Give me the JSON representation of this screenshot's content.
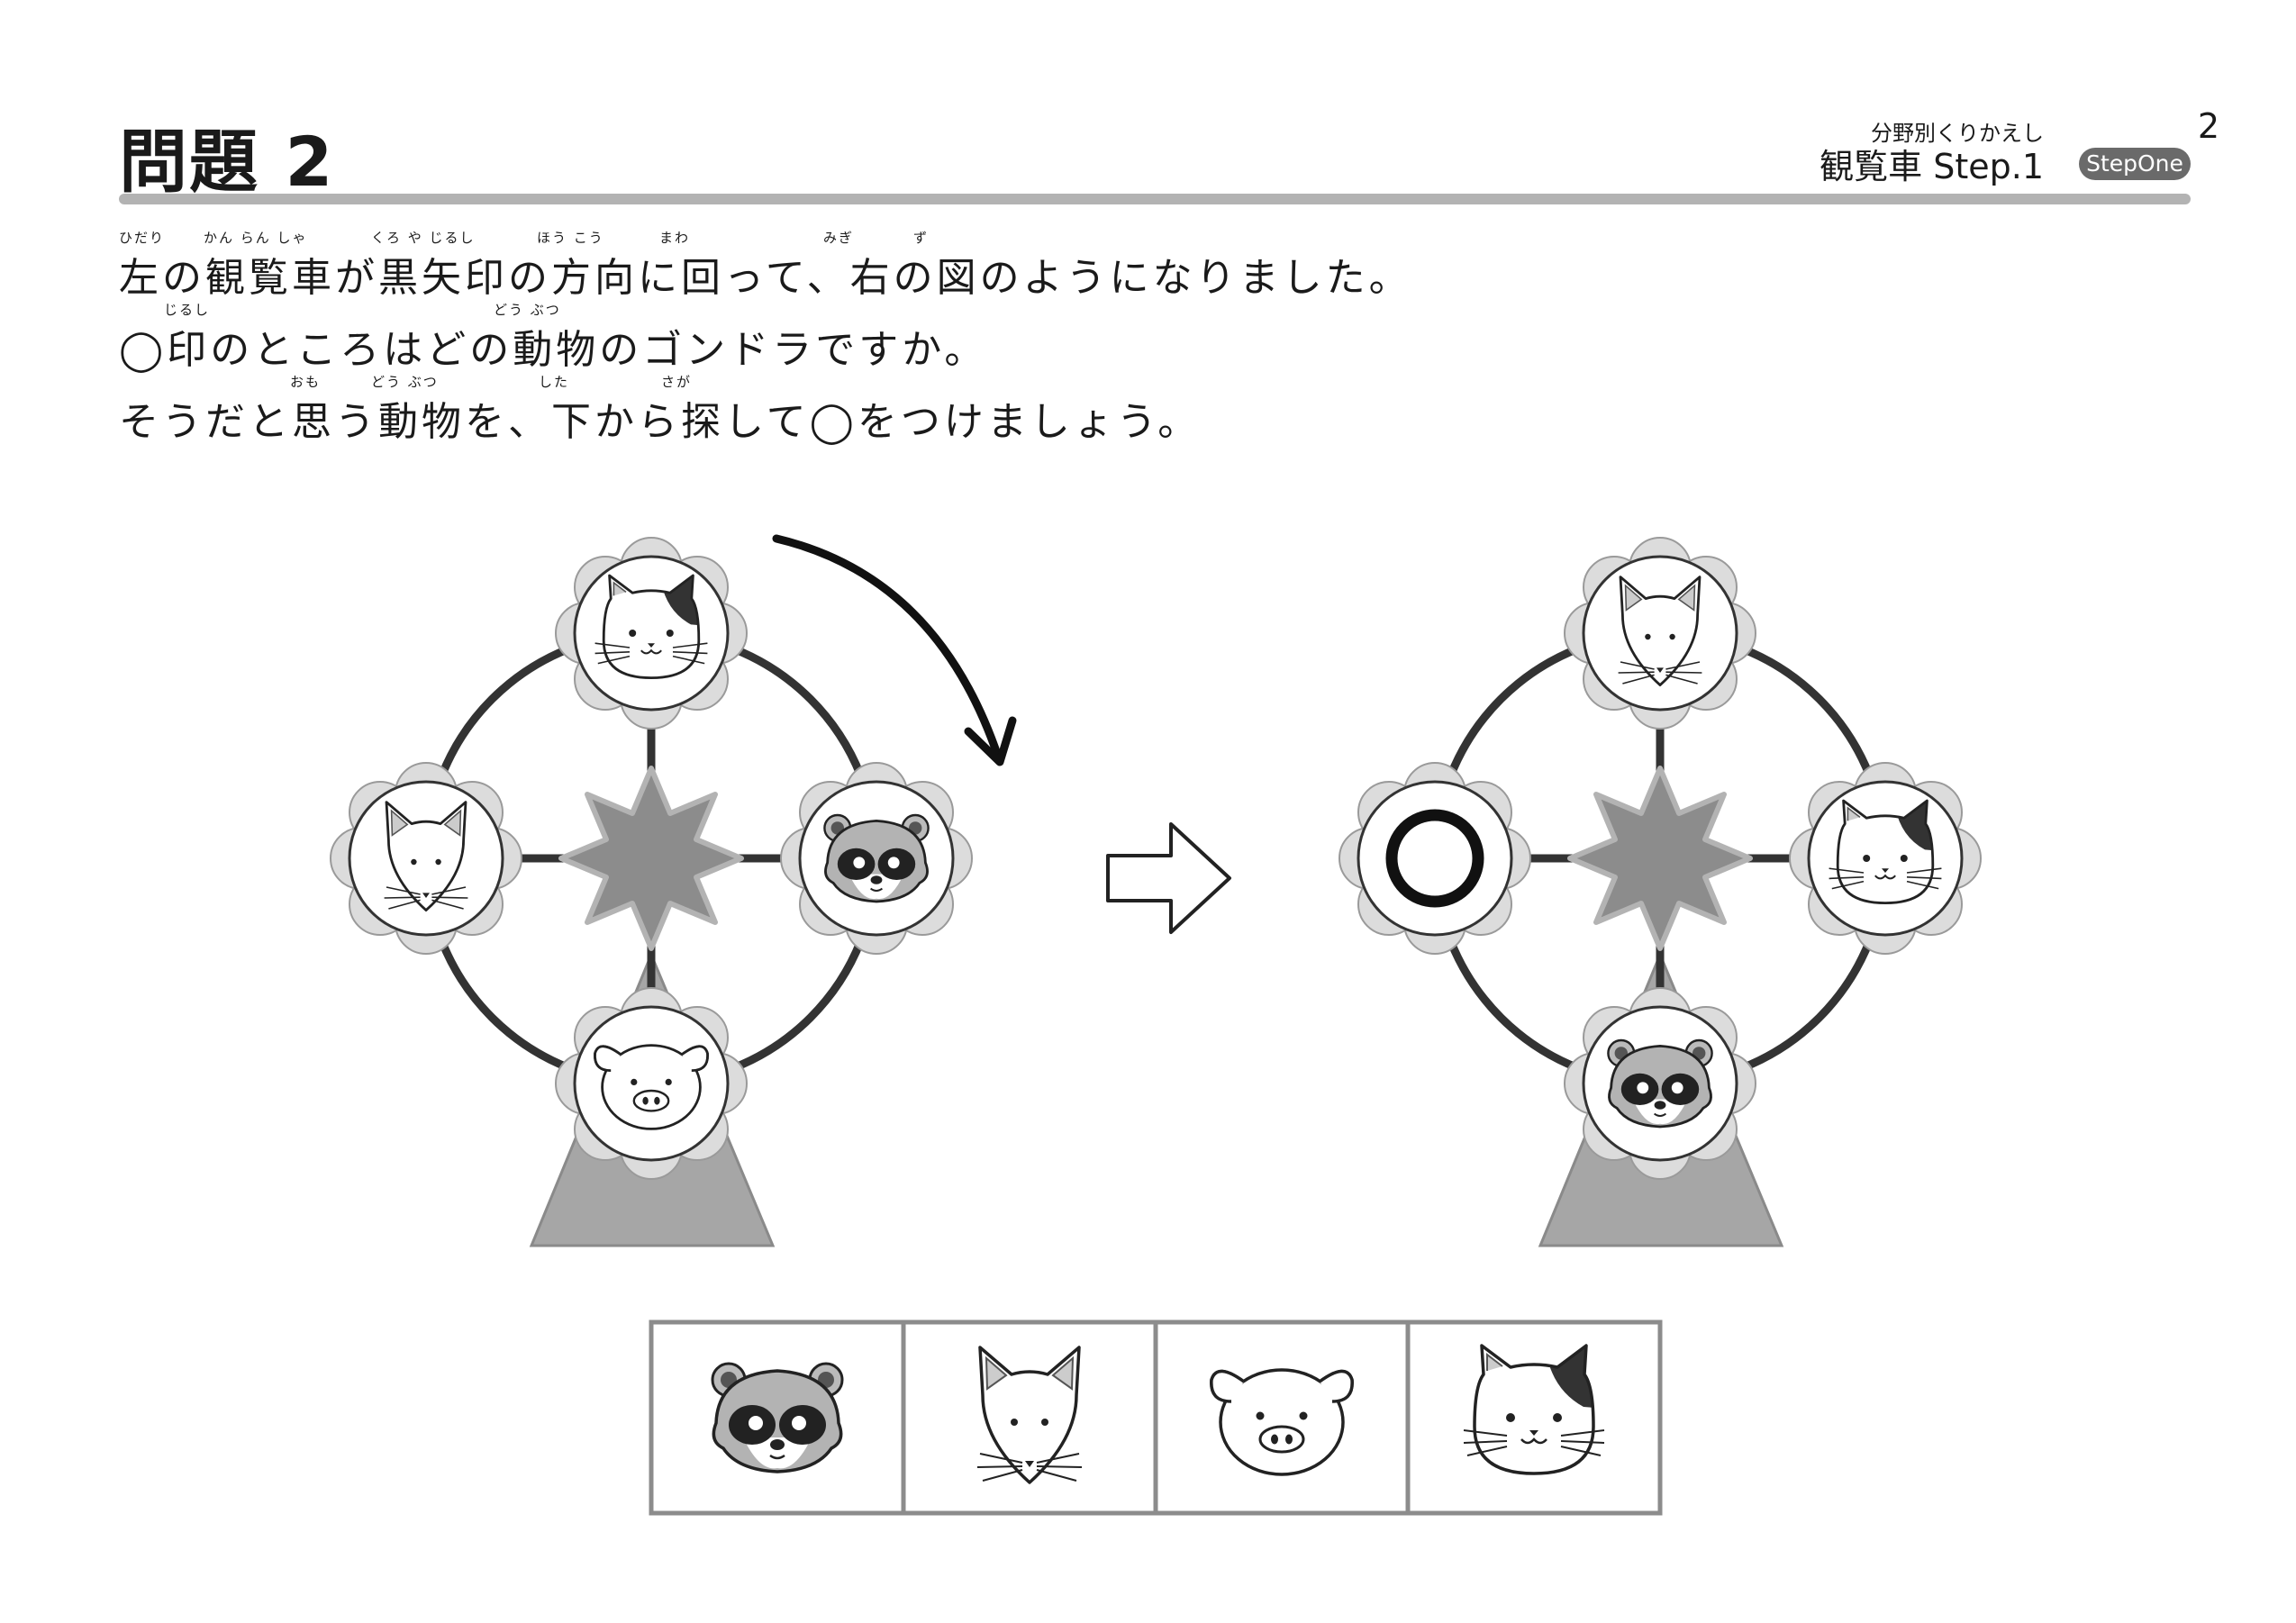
{
  "header": {
    "title": "問題 2",
    "series": "分野別くりかえし",
    "unit": "観覧車 Step.1",
    "page_number": "2",
    "badge": "StepOne"
  },
  "question": {
    "line1": "左の観覧車が黒矢印の方向に回って、右の図のようになりました。",
    "line2": "◯印のところはどの動物のゴンドラですか。",
    "line3": "そうだと思う動物を、下から探して◯をつけましょう。",
    "ruby": {
      "hidari": "ひだり",
      "kanransha": "かん らん しゃ",
      "kuroyajirushi": "くろ や じるし",
      "houkou": "ほう こう",
      "mawa": "まわ",
      "migi": "みぎ",
      "zu": "ず",
      "jirushi": "じるし",
      "doubutsu": "どう ぶつ",
      "omo": "おも",
      "doubutsu2": "どう ぶつ",
      "shita": "した",
      "saga": "さが"
    }
  },
  "wheels": {
    "left": {
      "top": "cat",
      "left": "fox",
      "right": "raccoon",
      "bottom": "pig"
    },
    "right": {
      "top": "fox",
      "left": "circle-mark",
      "right": "cat",
      "bottom": "raccoon"
    }
  },
  "choices": [
    "raccoon",
    "fox",
    "pig",
    "cat"
  ],
  "colors": {
    "support": "#a6a6a6",
    "hub": "#8c8c8c",
    "gondola_outer": "#dcdcdc",
    "rim": "#333333",
    "rule": "#b3b3b3"
  }
}
